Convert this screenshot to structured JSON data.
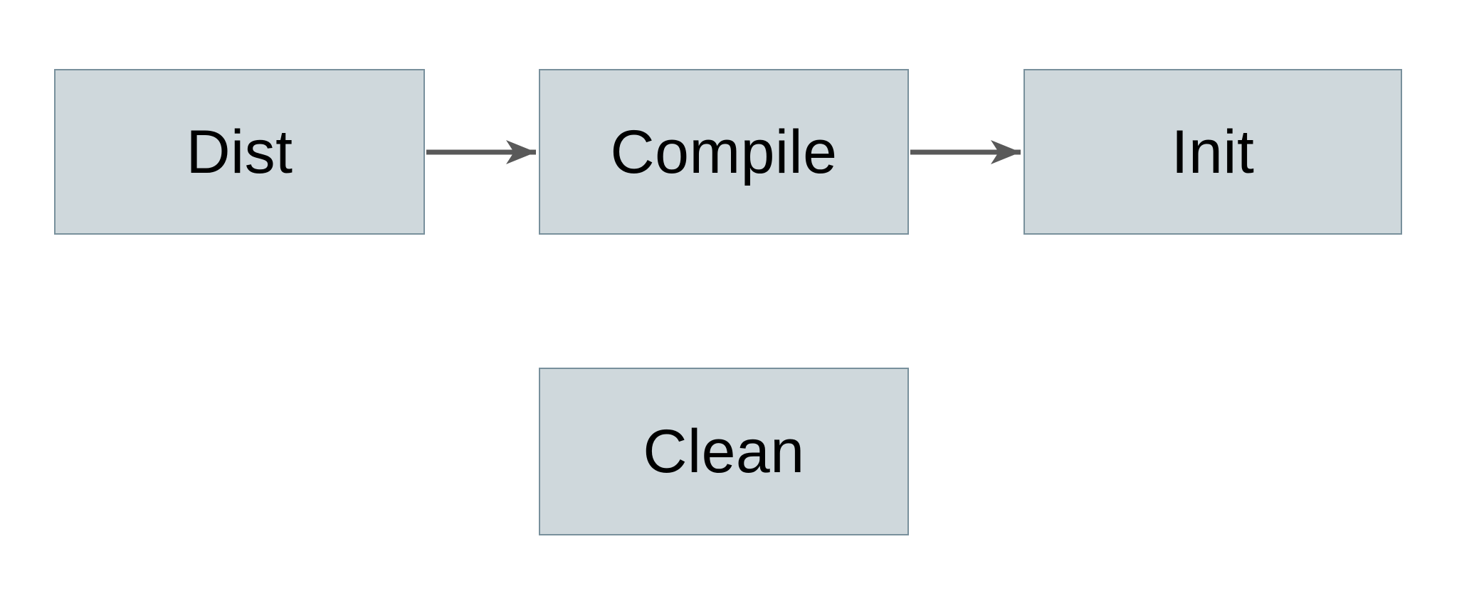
{
  "diagram": {
    "nodes": [
      {
        "id": "dist",
        "label": "Dist"
      },
      {
        "id": "compile",
        "label": "Compile"
      },
      {
        "id": "init",
        "label": "Init"
      },
      {
        "id": "clean",
        "label": "Clean"
      }
    ],
    "edges": [
      {
        "from": "dist",
        "to": "compile",
        "direction": "right"
      },
      {
        "from": "compile",
        "to": "init",
        "direction": "right"
      }
    ],
    "colors": {
      "background": "#ffffff",
      "node_fill": "#cfd8dc",
      "node_border": "#78909c",
      "arrow": "#595959",
      "text": "#000000"
    }
  }
}
